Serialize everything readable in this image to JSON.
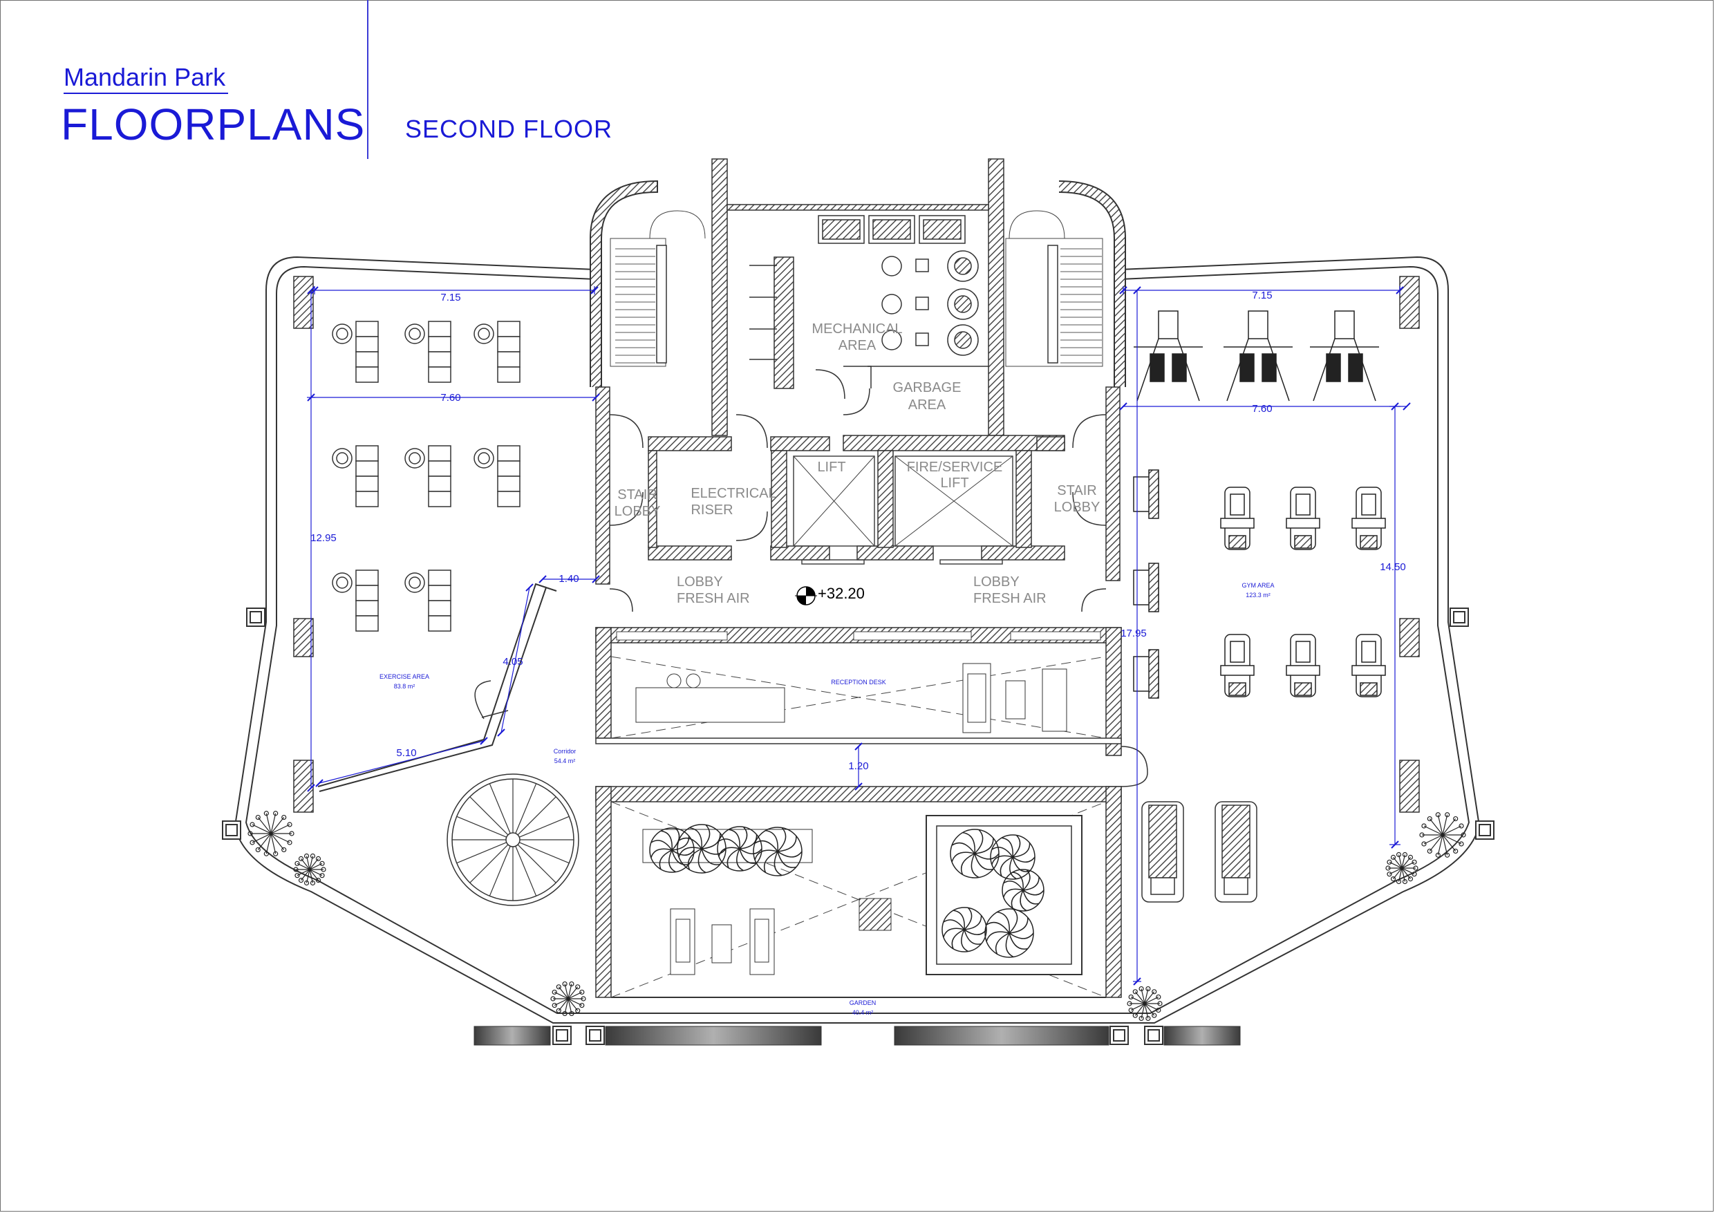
{
  "header": {
    "project": "Mandarin Park",
    "title": "FLOORPLANS",
    "floor": "SECOND FLOOR"
  },
  "labels": {
    "mechanical_1": "MECHANICAL",
    "mechanical_2": "AREA",
    "garbage_1": "GARBAGE",
    "garbage_2": "AREA",
    "stair_left_1": "STAIR",
    "stair_left_2": "LOBBY",
    "electrical_1": "ELECTRICAL",
    "electrical_2": "RISER",
    "lift": "LIFT",
    "fire_lift_1": "FIRE/SERVICE",
    "fire_lift_2": "LIFT",
    "stair_right_1": "STAIR",
    "stair_right_2": "LOBBY",
    "lobby_left_1": "LOBBY",
    "lobby_left_2": "FRESH AIR",
    "lobby_right_1": "LOBBY",
    "lobby_right_2": "FRESH AIR",
    "level": "+32.20",
    "reception": "RECEPTION DESK",
    "exercise_name": "EXERCISE AREA",
    "exercise_area": "83.8  m²",
    "gym_name": "GYM AREA",
    "gym_area": "123.3  m²",
    "corridor_name": "Corridor",
    "corridor_area": "54.4 m²",
    "garden_name": "GARDEN",
    "garden_area": "40.4 m²"
  },
  "dimensions": {
    "left_top": "7.15",
    "left_mid": "7.60",
    "left_height": "12.95",
    "left_stub": "1.40",
    "left_diag": "4.05",
    "left_bottom": "5.10",
    "right_top": "7.15",
    "right_mid": "7.60",
    "right_height": "14.50",
    "right_full": "17.95",
    "corridor_gap": "1.20"
  },
  "colors": {
    "annotation_blue": "#1a1ad6",
    "wall_hatch": "#4a4a4a",
    "room_label": "#8a8a8a"
  }
}
